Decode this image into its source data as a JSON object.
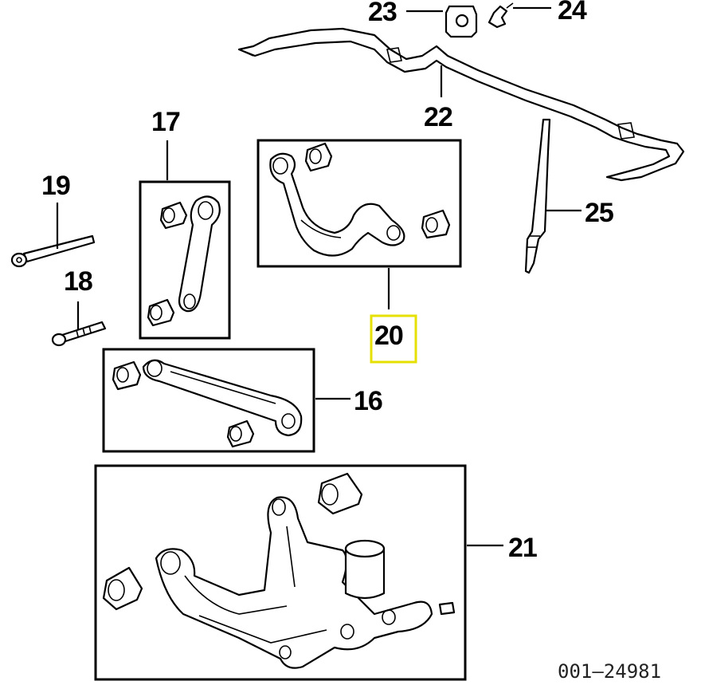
{
  "callouts": {
    "c16": "16",
    "c17": "17",
    "c18": "18",
    "c19": "19",
    "c20": "20",
    "c21": "21",
    "c22": "22",
    "c23": "23",
    "c24": "24",
    "c25": "25"
  },
  "figure_code": "001–24981",
  "highlight_color": "#e6e000"
}
